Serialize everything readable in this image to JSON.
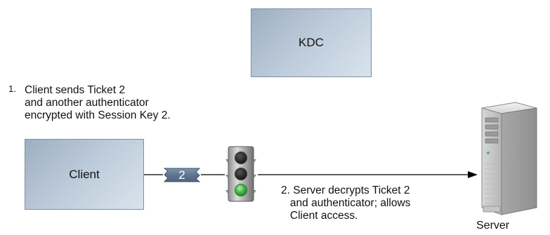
{
  "kdc": {
    "label": "KDC"
  },
  "client": {
    "label": "Client"
  },
  "server": {
    "label": "Server"
  },
  "ticket": {
    "label": "2"
  },
  "step1": {
    "number": "1.",
    "text": "Client sends Ticket 2\nand another authenticator\nencrypted with Session Key 2."
  },
  "step2": {
    "text": "2. Server decrypts Ticket 2\n   and authenticator; allows\n   Client access."
  },
  "colors": {
    "box_border": "#7f8fa0",
    "ticket": "#5f7690",
    "traffic_light_green": "#43b844",
    "line": "#000000"
  }
}
